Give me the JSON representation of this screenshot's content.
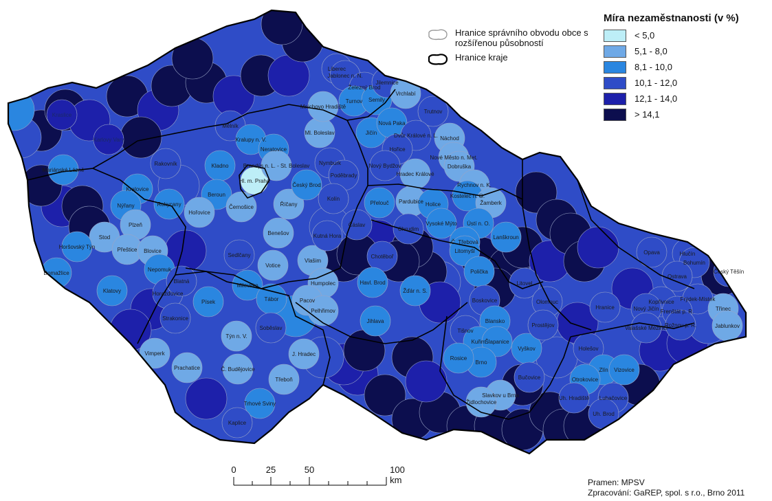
{
  "legend": {
    "title": "Míra nezaměstnanosti (v %)",
    "classes": [
      {
        "label": "< 5,0",
        "color": "#bdeef7"
      },
      {
        "label": "5,1 - 8,0",
        "color": "#6fa9e6"
      },
      {
        "label": "8,1 - 10,0",
        "color": "#2a86e0"
      },
      {
        "label": "10,1 - 12,0",
        "color": "#2f4cc7"
      },
      {
        "label": "12,1 - 14,0",
        "color": "#1d20aa"
      },
      {
        "label": "> 14,1",
        "color": "#0c0e4e"
      }
    ]
  },
  "boundary_legend": {
    "orp_label": "Hranice správního obvodu obce s rozšířenou působností",
    "region_label": "Hranice kraje"
  },
  "scalebar": {
    "ticks": [
      "0",
      "25",
      "50",
      "100 km"
    ]
  },
  "source": {
    "line1": "Pramen: MPSV",
    "line2": "Zpracování: GaREP, spol. s r.o., Brno 2011"
  },
  "map": {
    "labels": [
      {
        "text": "Hl. m. Praha",
        "cls": 0
      },
      {
        "text": "Mariánské Lázně",
        "cls": 2
      },
      {
        "text": "Karlovy Vary",
        "cls": 4
      },
      {
        "text": "Kraslice",
        "cls": 4
      },
      {
        "text": "Kralovice",
        "cls": 2
      },
      {
        "text": "Nýřany",
        "cls": 2
      },
      {
        "text": "Rokycany",
        "cls": 2
      },
      {
        "text": "Plzeň",
        "cls": 1
      },
      {
        "text": "Stod",
        "cls": 1
      },
      {
        "text": "Horšovský Týn",
        "cls": 2
      },
      {
        "text": "Přeštice",
        "cls": 1
      },
      {
        "text": "Blovice",
        "cls": 1
      },
      {
        "text": "Domažlice",
        "cls": 2
      },
      {
        "text": "Nepomuk",
        "cls": 2
      },
      {
        "text": "Klatovy",
        "cls": 2
      },
      {
        "text": "Horažďovice",
        "cls": 3
      },
      {
        "text": "Rakovník",
        "cls": 3
      },
      {
        "text": "Kladno",
        "cls": 2
      },
      {
        "text": "Beroun",
        "cls": 2
      },
      {
        "text": "Hořovice",
        "cls": 1
      },
      {
        "text": "Černošice",
        "cls": 1
      },
      {
        "text": "Říčany",
        "cls": 1
      },
      {
        "text": "Benešov",
        "cls": 1
      },
      {
        "text": "Votice",
        "cls": 1
      },
      {
        "text": "Vlašim",
        "cls": 1
      },
      {
        "text": "Sedlčany",
        "cls": 3
      },
      {
        "text": "Mělník",
        "cls": 3
      },
      {
        "text": "Kralupy n. V.",
        "cls": 2
      },
      {
        "text": "Neratovice",
        "cls": 2
      },
      {
        "text": "Brandýs n. L. - St. Boleslav",
        "cls": 1
      },
      {
        "text": "Český Brod",
        "cls": 2
      },
      {
        "text": "Nymburk",
        "cls": 3
      },
      {
        "text": "Poděbrady",
        "cls": 3
      },
      {
        "text": "Kolín",
        "cls": 3
      },
      {
        "text": "Kutná Hora",
        "cls": 3
      },
      {
        "text": "Čáslav",
        "cls": 3
      },
      {
        "text": "Ml. Boleslav",
        "cls": 1
      },
      {
        "text": "Mnichovo Hradiště",
        "cls": 1
      },
      {
        "text": "Liberec",
        "cls": 3
      },
      {
        "text": "Jablonec n. N.",
        "cls": 3
      },
      {
        "text": "Železný Brod",
        "cls": 3
      },
      {
        "text": "Turnov",
        "cls": 2
      },
      {
        "text": "Semily",
        "cls": 2
      },
      {
        "text": "Jilemnice",
        "cls": 3
      },
      {
        "text": "Vrchlabí",
        "cls": 1
      },
      {
        "text": "Trutnov",
        "cls": 3
      },
      {
        "text": "Jičín",
        "cls": 2
      },
      {
        "text": "Nová Paka",
        "cls": 2
      },
      {
        "text": "Dvůr Králové n. L.",
        "cls": 3
      },
      {
        "text": "Náchod",
        "cls": 1
      },
      {
        "text": "Hořice",
        "cls": 3
      },
      {
        "text": "Nový Bydžov",
        "cls": 3
      },
      {
        "text": "Hradec Králové",
        "cls": 1
      },
      {
        "text": "Nové Město n. Met.",
        "cls": 1
      },
      {
        "text": "Dobruška",
        "cls": 1
      },
      {
        "text": "Rychnov n. K.",
        "cls": 1
      },
      {
        "text": "Kostelec n. O.",
        "cls": 2
      },
      {
        "text": "Přelouč",
        "cls": 2
      },
      {
        "text": "Pardubice",
        "cls": 1
      },
      {
        "text": "Holice",
        "cls": 2
      },
      {
        "text": "Žamberk",
        "cls": 1
      },
      {
        "text": "Chrudim",
        "cls": 3
      },
      {
        "text": "Vysoké Mýto",
        "cls": 2
      },
      {
        "text": "Ústí n. O.",
        "cls": 2
      },
      {
        "text": "Lanškroun",
        "cls": 2
      },
      {
        "text": "Č. Třebová",
        "cls": 2
      },
      {
        "text": "Litomyšl",
        "cls": 2
      },
      {
        "text": "Chotěboř",
        "cls": 3
      },
      {
        "text": "Polička",
        "cls": 2
      },
      {
        "text": "Humpolec",
        "cls": 1
      },
      {
        "text": "Havl. Brod",
        "cls": 2
      },
      {
        "text": "Žďár n. S.",
        "cls": 2
      },
      {
        "text": "Pacov",
        "cls": 1
      },
      {
        "text": "Pelhřimov",
        "cls": 1
      },
      {
        "text": "Jihlava",
        "cls": 2
      },
      {
        "text": "Blatná",
        "cls": 3
      },
      {
        "text": "Milevsko",
        "cls": 2
      },
      {
        "text": "Písek",
        "cls": 2
      },
      {
        "text": "Tábor",
        "cls": 2
      },
      {
        "text": "Strakonice",
        "cls": 3
      },
      {
        "text": "Týn n. V.",
        "cls": 1
      },
      {
        "text": "Soběslav",
        "cls": 3
      },
      {
        "text": "Vimperk",
        "cls": 1
      },
      {
        "text": "Prachatice",
        "cls": 1
      },
      {
        "text": "Č. Budějovice",
        "cls": 1
      },
      {
        "text": "J. Hradec",
        "cls": 1
      },
      {
        "text": "Třeboň",
        "cls": 1
      },
      {
        "text": "Trhové Sviny",
        "cls": 2
      },
      {
        "text": "Kaplice",
        "cls": 3
      },
      {
        "text": "Boskovice",
        "cls": 3
      },
      {
        "text": "Blansko",
        "cls": 2
      },
      {
        "text": "Tišnov",
        "cls": 3
      },
      {
        "text": "Kuřim",
        "cls": 2
      },
      {
        "text": "Šlapanice",
        "cls": 2
      },
      {
        "text": "Brno",
        "cls": 2
      },
      {
        "text": "Rosice",
        "cls": 2
      },
      {
        "text": "Vyškov",
        "cls": 2
      },
      {
        "text": "Slavkov u Brna",
        "cls": 1
      },
      {
        "text": "Židlochovice",
        "cls": 1
      },
      {
        "text": "Bučovice",
        "cls": 3
      },
      {
        "text": "Litovel",
        "cls": 3
      },
      {
        "text": "Olomouc",
        "cls": 3
      },
      {
        "text": "Prostějov",
        "cls": 3
      },
      {
        "text": "Holešov",
        "cls": 3
      },
      {
        "text": "Zlín",
        "cls": 2
      },
      {
        "text": "Vizovice",
        "cls": 2
      },
      {
        "text": "Otrokovice",
        "cls": 2
      },
      {
        "text": "Uh. Hradiště",
        "cls": 3
      },
      {
        "text": "Luhačovice",
        "cls": 3
      },
      {
        "text": "Uh. Brod",
        "cls": 3
      },
      {
        "text": "Opava",
        "cls": 3
      },
      {
        "text": "Hlučín",
        "cls": 3
      },
      {
        "text": "Bohumín",
        "cls": 3
      },
      {
        "text": "Ostrava",
        "cls": 3
      },
      {
        "text": "Frýdek-Místek",
        "cls": 3
      },
      {
        "text": "Kopřivnice",
        "cls": 3
      },
      {
        "text": "Nový Jičín",
        "cls": 3
      },
      {
        "text": "Frenštát p. R.",
        "cls": 3
      },
      {
        "text": "Rožnov p. R.",
        "cls": 3
      },
      {
        "text": "Třinec",
        "cls": 1
      },
      {
        "text": "Jablunkov",
        "cls": 1
      },
      {
        "text": "Český Těšín",
        "cls": 3
      },
      {
        "text": "Valašské Meziříčí",
        "cls": 3
      },
      {
        "text": "Hranice",
        "cls": 3
      }
    ]
  }
}
